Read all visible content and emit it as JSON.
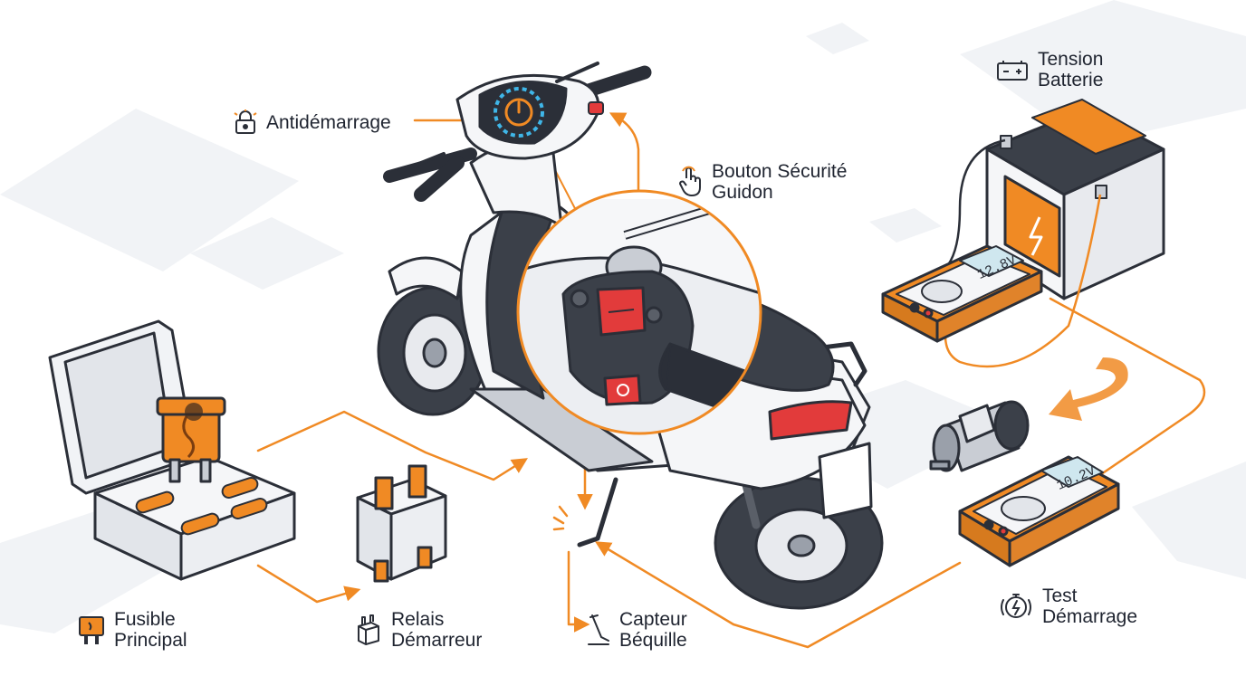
{
  "labels": {
    "immobilizer": {
      "line1": "Antidémarrage",
      "icon": "padlock-icon"
    },
    "handlebar_switch": {
      "line1": "Bouton Sécurité",
      "line2": "Guidon",
      "icon": "hand-pointer-icon"
    },
    "battery_voltage": {
      "line1": "Tension",
      "line2": "Batterie",
      "icon": "battery-icon"
    },
    "main_fuse": {
      "line1": "Fusible",
      "line2": "Principal",
      "icon": "fuse-icon"
    },
    "starter_relay": {
      "line1": "Relais",
      "line2": "Démarreur",
      "icon": "relay-icon"
    },
    "kickstand_sensor": {
      "line1": "Capteur",
      "line2": "Béquille",
      "icon": "kickstand-icon"
    },
    "start_test": {
      "line1": "Test",
      "line2": "Démarrage",
      "icon": "power-test-icon"
    }
  },
  "readings": {
    "battery_multimeter": "12.8V",
    "start_multimeter": "10.2V"
  },
  "colors": {
    "accent": "#f08a24",
    "text": "#1f2430",
    "outline": "#2b2f38",
    "body_white": "#f5f6f8",
    "dark_grey": "#3b4049",
    "button_red": "#e23b3b",
    "display_blue": "#3fb6e8"
  }
}
